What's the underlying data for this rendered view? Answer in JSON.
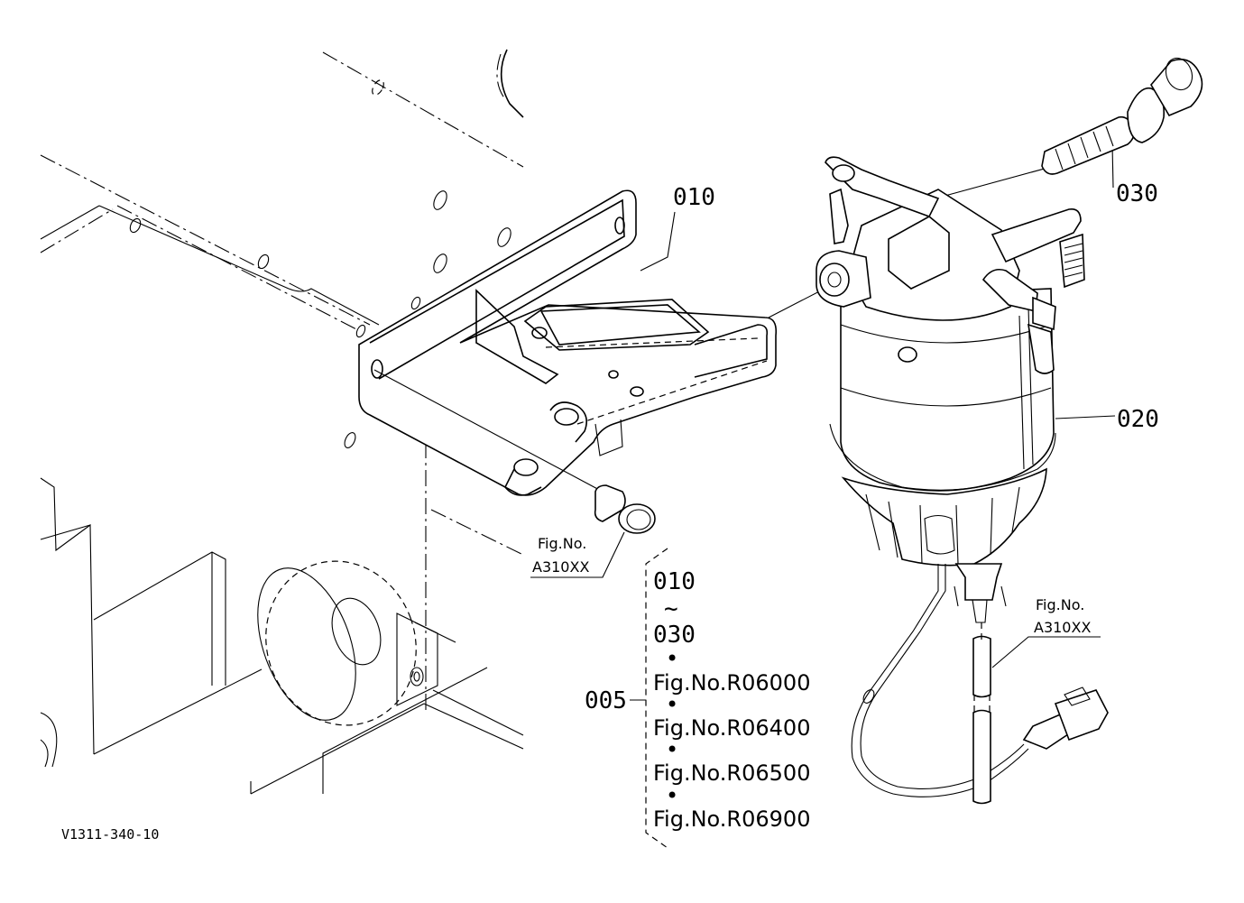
{
  "parts": {
    "p010": "010",
    "p020": "020",
    "p030": "030",
    "p005": "005"
  },
  "fig_refs": {
    "bolt_ref_line1": "Fig.No.",
    "bolt_ref_line2": "A310XX",
    "hose_ref_line1": "Fig.No.",
    "hose_ref_line2": "A310XX"
  },
  "assembly": {
    "range_start": "010",
    "range_sep": "~",
    "range_end": "030",
    "bullet": "•",
    "figs": [
      "Fig.No.R06000",
      "Fig.No.R06400",
      "Fig.No.R06500",
      "Fig.No.R06900"
    ]
  },
  "drawing_code": "V1311-340-10"
}
